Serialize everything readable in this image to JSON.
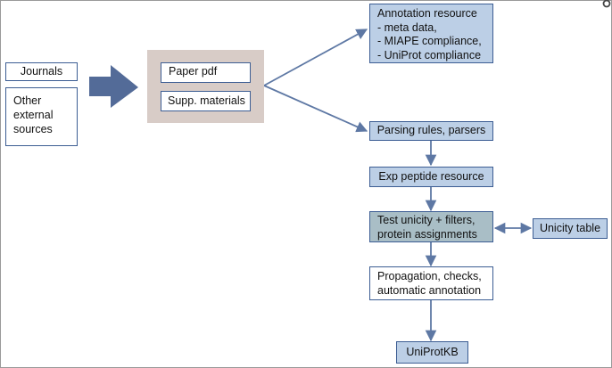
{
  "sources": {
    "journals": "Journals",
    "other": [
      "Other",
      "external",
      "sources"
    ]
  },
  "documents": {
    "paper": "Paper pdf",
    "supp": "Supp. materials"
  },
  "annotation": {
    "lines": [
      "Annotation resource",
      "- meta data,",
      "- MIAPE compliance,",
      "- UniProt compliance"
    ]
  },
  "parsing": "Parsing rules, parsers",
  "exp_peptide": "Exp peptide resource",
  "test_unicity": [
    "Test unicity + filters,",
    "protein assignments"
  ],
  "unicity_table": "Unicity table",
  "propagation": [
    "Propagation, checks,",
    "automatic annotation"
  ],
  "uniprotkb": "UniProtKB",
  "colors": {
    "arrow": "#5e78a4",
    "box_border": "#3c5d93",
    "blue_fill": "#bccfe6",
    "teal_fill": "#a9bec6",
    "grey_fill": "#d8ccc7",
    "big_arrow": "#536b98"
  }
}
